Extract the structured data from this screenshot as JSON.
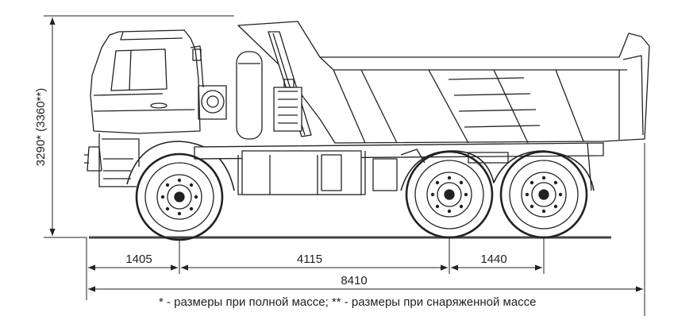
{
  "dimensions": {
    "height_label": "3290* (3360**)",
    "front_overhang": "1405",
    "wheelbase_front": "4115",
    "wheelbase_rear": "1440",
    "overall_length": "8410"
  },
  "footnote": "* - размеры при полной массе; ** - размеры при снаряженной массе",
  "colors": {
    "line": "#222222",
    "ground": "#555555"
  }
}
